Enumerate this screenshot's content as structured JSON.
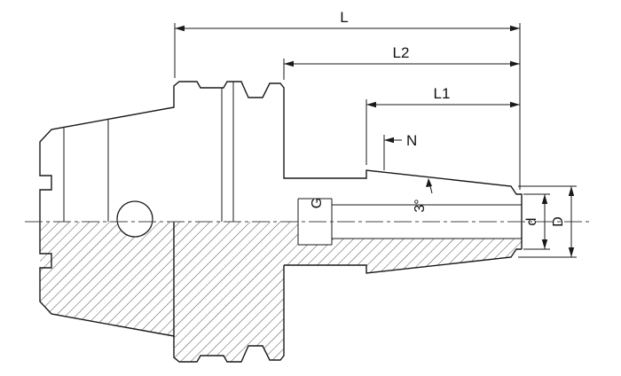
{
  "diagram": {
    "type": "technical-drawing",
    "subject": "shrink-fit-tool-holder-cross-section",
    "labels": {
      "L": "L",
      "L2": "L2",
      "L1": "L1",
      "N": "N",
      "G": "G",
      "angle": "3°",
      "d": "d",
      "D": "D"
    },
    "colors": {
      "line": "#1a1a1a",
      "hatch": "#3a3a3a",
      "background": "#ffffff"
    }
  }
}
